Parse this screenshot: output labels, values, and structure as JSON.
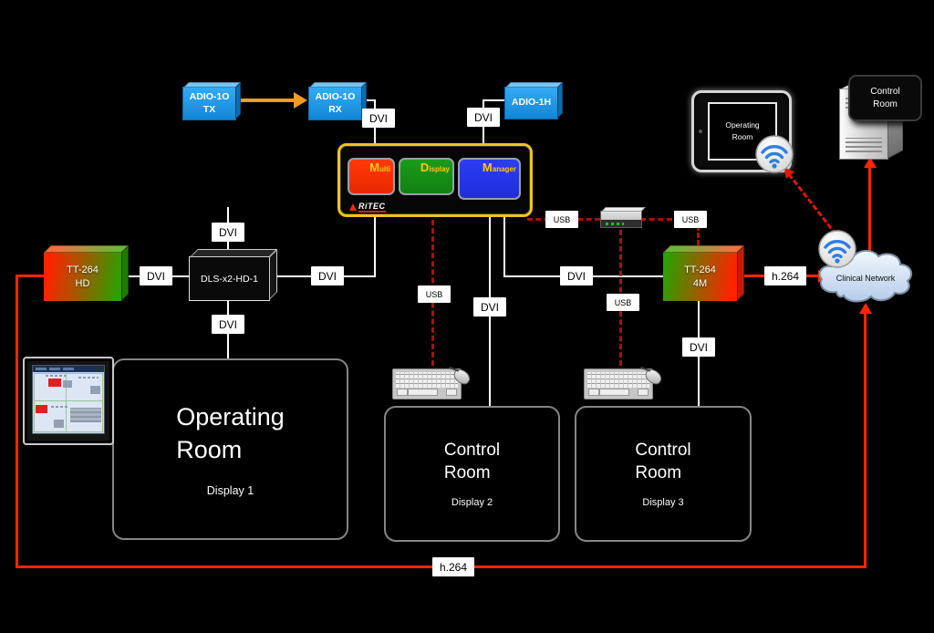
{
  "labels": {
    "dvi": "DVI",
    "usb": "USB",
    "h264": "h.264"
  },
  "colors": {
    "background": "#000000",
    "blue_device": "#1b9ce8",
    "mdm_border": "#f0c420",
    "mdm_red": "#fe2e00",
    "mdm_green": "#169016",
    "mdm_blue": "#2433ee",
    "mdm_text_gold": "#ffc60a",
    "usb_dash_red": "#a51500",
    "h264_red": "#ff2600",
    "orange_arrow": "#f59a23",
    "cloud_fill": "#c9daf0"
  },
  "nodes": {
    "adio_tx": {
      "line1": "ADIO-1O",
      "line2": "TX"
    },
    "adio_rx": {
      "line1": "ADIO-1O",
      "line2": "RX"
    },
    "adio_1h": {
      "label": "ADIO-1H"
    },
    "mdm": {
      "words": [
        {
          "initial": "M",
          "rest": "ulti"
        },
        {
          "initial": "D",
          "rest": "isplay"
        },
        {
          "initial": "M",
          "rest": "anager"
        }
      ],
      "logo": "RiTEC"
    },
    "dls": {
      "label": "DLS-x2-HD-1"
    },
    "tt264_hd": {
      "line1": "TT-264",
      "line2": "HD"
    },
    "tt264_4m": {
      "line1": "TT-264",
      "line2": "4M"
    },
    "display1": {
      "title_line1": "Operating",
      "title_line2": "Room",
      "subtitle": "Display 1"
    },
    "display2": {
      "title_line1": "Control",
      "title_line2": "Room",
      "subtitle": "Display 2"
    },
    "display3": {
      "title_line1": "Control",
      "title_line2": "Room",
      "subtitle": "Display 3"
    },
    "tablet": {
      "line1": "Operating",
      "line2": "Room"
    },
    "server": {
      "line1": "Control",
      "line2": "Room"
    },
    "cloud": {
      "label": "Clinical Network"
    }
  }
}
